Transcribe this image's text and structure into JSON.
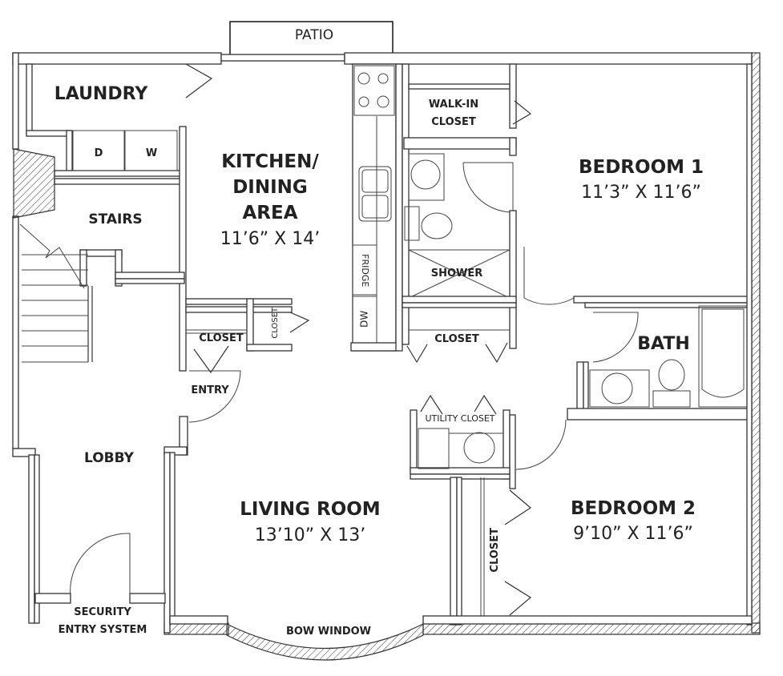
{
  "plan": {
    "rooms": {
      "patio": {
        "label": "PATIO"
      },
      "laundry": {
        "label": "LAUNDRY"
      },
      "dryer": {
        "label": "D"
      },
      "washer": {
        "label": "W"
      },
      "stairs": {
        "label": "STAIRS"
      },
      "kitchen": {
        "label_line1": "KITCHEN/",
        "label_line2": "DINING",
        "label_line3": "AREA",
        "dimensions": "11’6” X 14’"
      },
      "fridge": {
        "label": "FRIDGE"
      },
      "dishwasher": {
        "label": "DW"
      },
      "walk_in_closet": {
        "label_line1": "WALK-IN",
        "label_line2": "CLOSET"
      },
      "bedroom1": {
        "label": "BEDROOM 1",
        "dimensions": "11’3” X 11’6”"
      },
      "shower": {
        "label": "SHOWER"
      },
      "closet_hall": {
        "label": "CLOSET"
      },
      "closet_entry": {
        "label": "CLOSET"
      },
      "closet_small": {
        "label": "CLOSET"
      },
      "entry": {
        "label": "ENTRY"
      },
      "bath": {
        "label": "BATH"
      },
      "utility_closet": {
        "label": "UTILITY CLOSET"
      },
      "lobby": {
        "label": "LOBBY"
      },
      "living_room": {
        "label": "LIVING ROOM",
        "dimensions": "13’10” X 13’"
      },
      "bedroom2": {
        "label": "BEDROOM 2",
        "dimensions": "9’10” X 11’6”"
      },
      "closet_bedroom2": {
        "label": "CLOSET"
      },
      "security": {
        "label_line1": "SECURITY",
        "label_line2": "ENTRY SYSTEM"
      },
      "bow_window": {
        "label": "BOW WINDOW"
      }
    }
  }
}
